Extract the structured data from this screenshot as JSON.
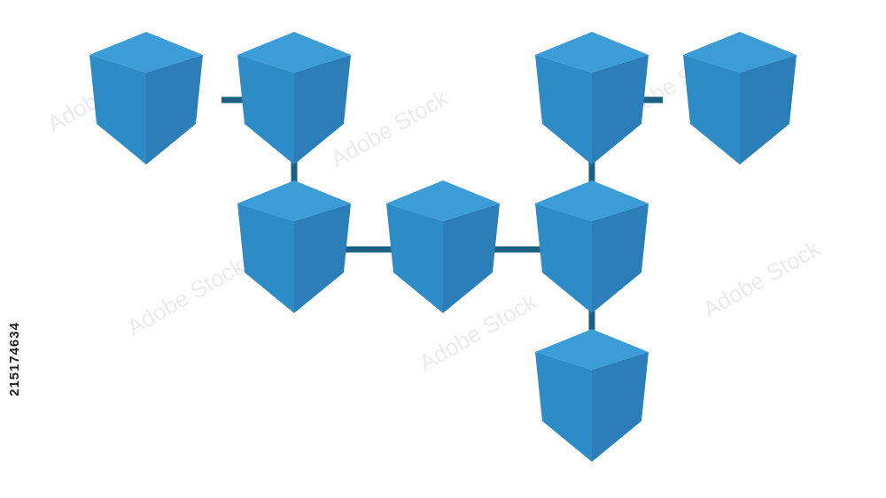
{
  "colors": {
    "background": "#ffffff",
    "cube_top": "#3c9dd6",
    "cube_left": "#2d8bc6",
    "cube_right": "#2b7eb8",
    "connector": "#1d5f82"
  },
  "image_id_text": "215174634",
  "watermark_text": "Adobe Stock",
  "nodes": [
    "cube-top-left",
    "cube-top-left-inner",
    "cube-top-right-inner",
    "cube-top-right",
    "cube-mid-left",
    "cube-center",
    "cube-mid-right",
    "cube-bottom"
  ]
}
